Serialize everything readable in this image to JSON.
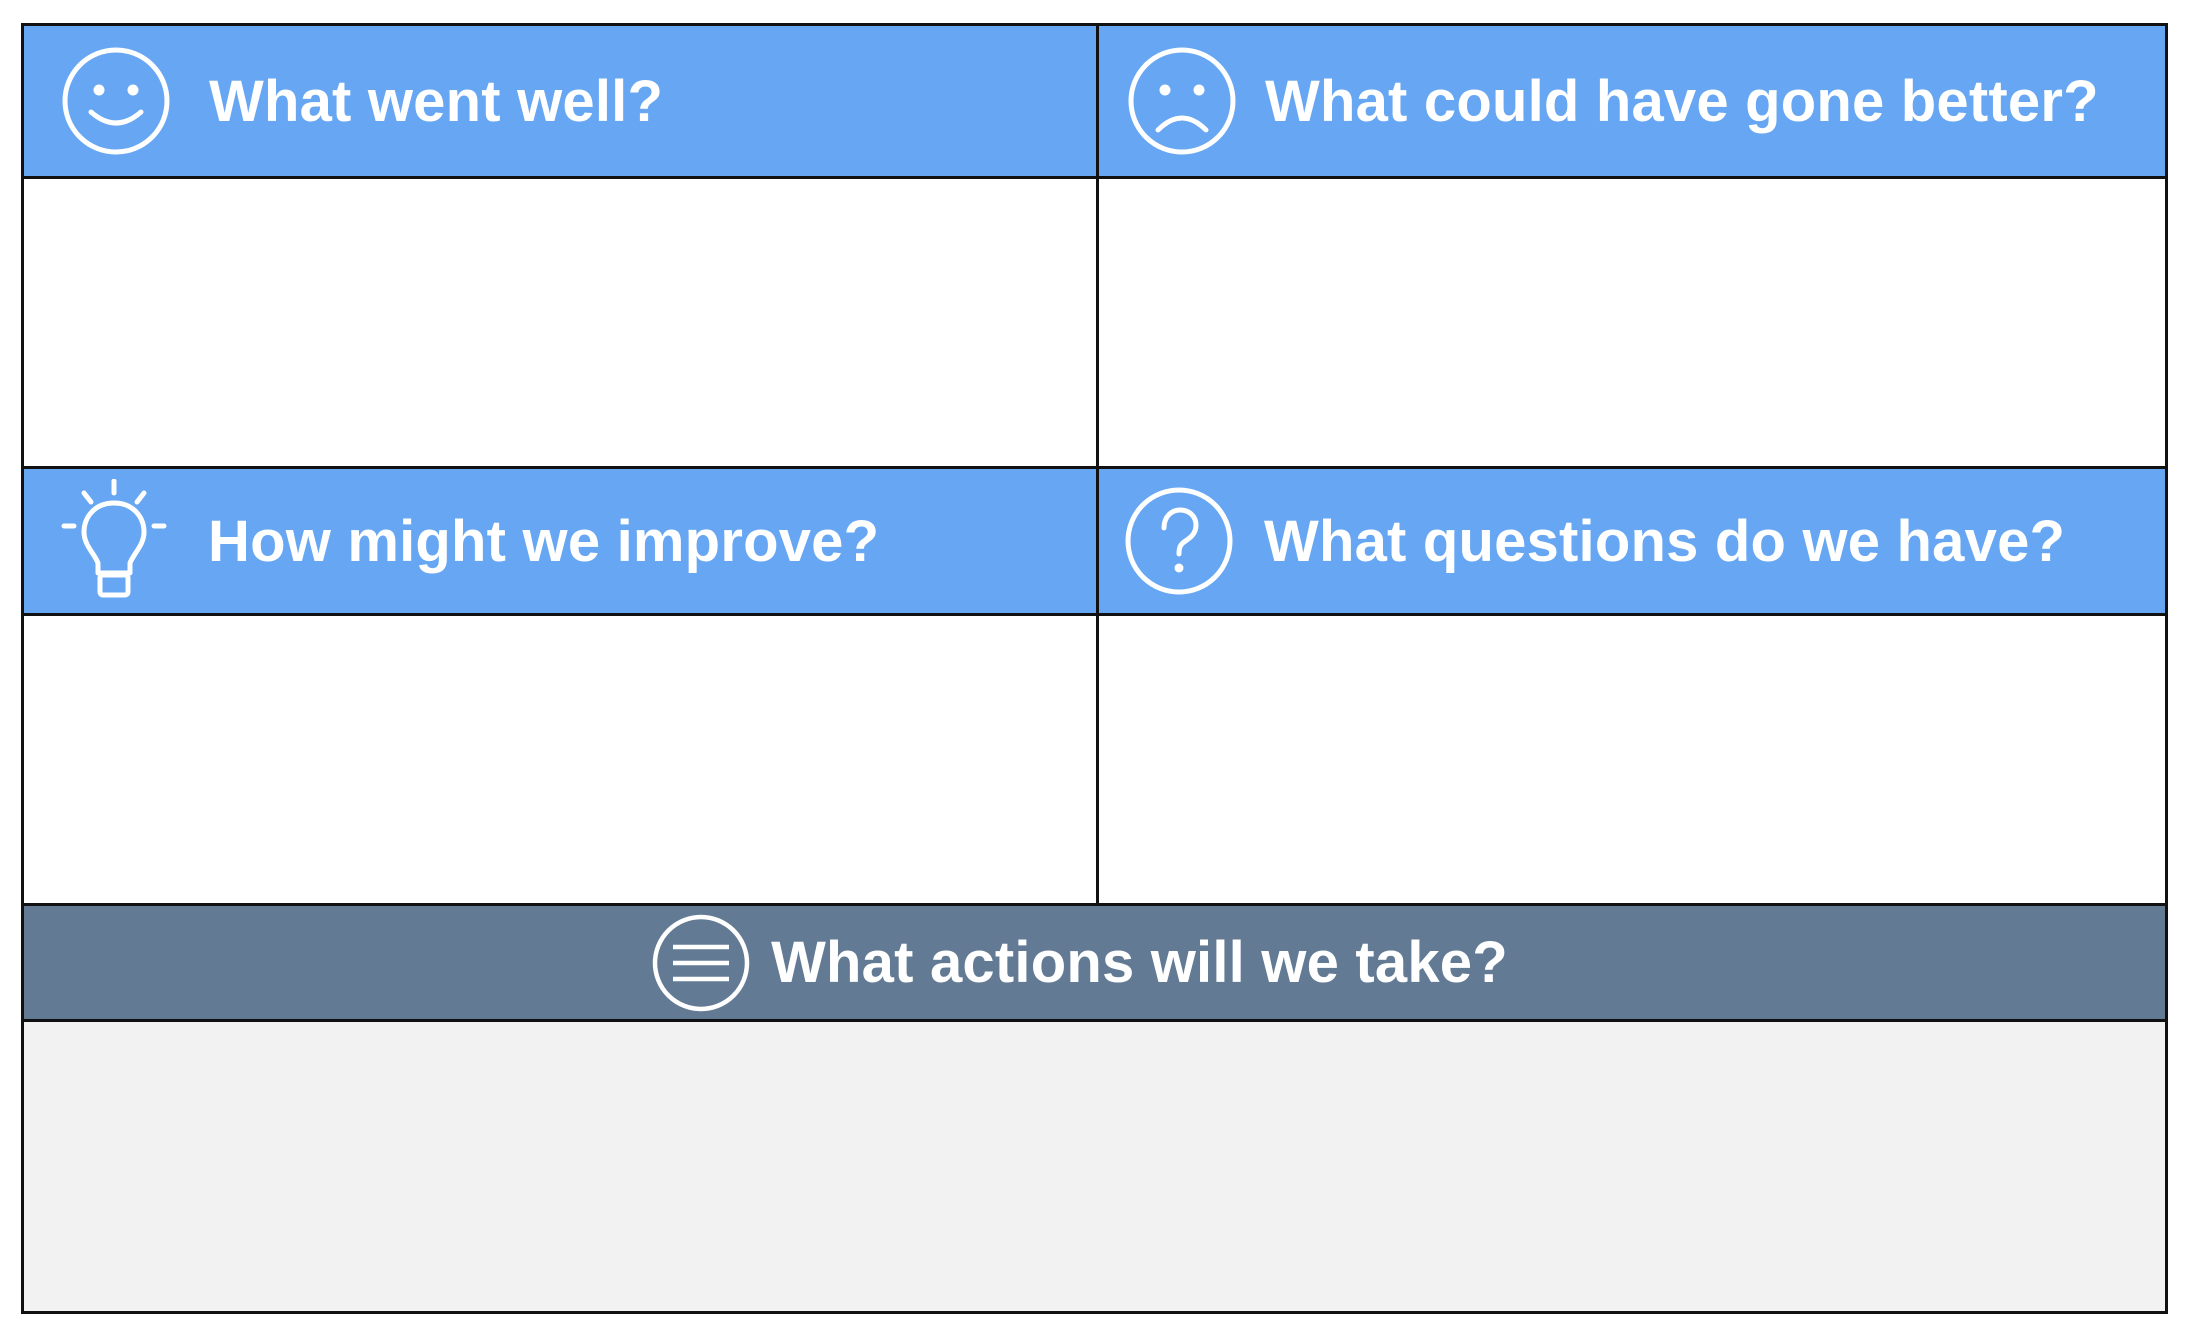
{
  "colors": {
    "header_blue": "#66a6f2",
    "header_slate": "#627a94",
    "actions_body": "#f2f2f2",
    "border": "#111111",
    "header_text": "#ffffff"
  },
  "quadrants": [
    {
      "title": "What went well?",
      "icon": "smiley-face-icon"
    },
    {
      "title": "What could have gone better?",
      "icon": "frowning-face-icon"
    },
    {
      "title": "How might we improve?",
      "icon": "lightbulb-icon"
    },
    {
      "title": "What questions do we have?",
      "icon": "question-mark-circle-icon"
    }
  ],
  "actions": {
    "title": "What actions will we take?",
    "icon": "list-lines-circle-icon"
  }
}
